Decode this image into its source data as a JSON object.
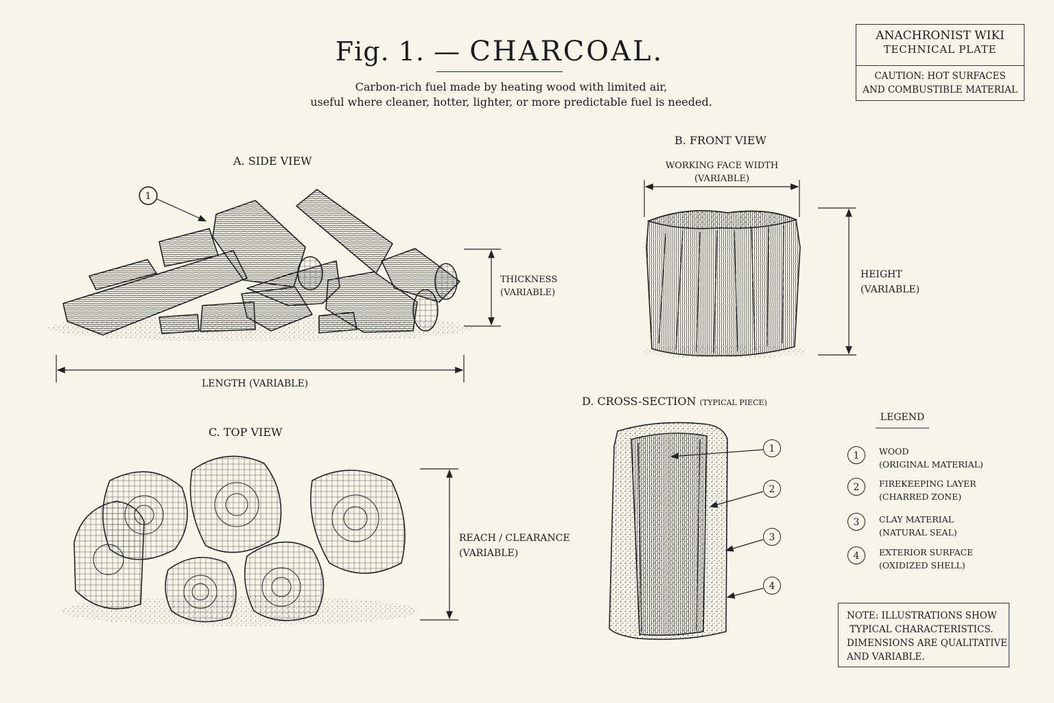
{
  "header": {
    "fig": "Fig. 1. —",
    "title": "CHARCOAL.",
    "subtitle_line1": "Carbon-rich fuel made by heating wood with limited air,",
    "subtitle_line2": "useful where cleaner, hotter, lighter, or more predictable fuel is needed."
  },
  "plate": {
    "name": "ANACHRONIST WIKI",
    "type": "TECHNICAL PLATE",
    "caution_line1": "CAUTION: HOT SURFACES",
    "caution_line2": "AND COMBUSTIBLE MATERIAL"
  },
  "views": {
    "side": {
      "label": "A.  SIDE VIEW",
      "callout": "1",
      "thickness_line1": "THICKNESS",
      "thickness_line2": "(VARIABLE)",
      "length": "LENGTH  (VARIABLE)"
    },
    "front": {
      "label": "B.  FRONT VIEW",
      "width_line1": "WORKING FACE WIDTH",
      "width_line2": "(VARIABLE)",
      "height_line1": "HEIGHT",
      "height_line2": "(VARIABLE)"
    },
    "top": {
      "label": "C.  TOP VIEW",
      "reach_line1": "REACH / CLEARANCE",
      "reach_line2": "(VARIABLE)"
    },
    "section": {
      "label": "D.  CROSS-SECTION",
      "qualifier": "(TYPICAL PIECE)",
      "callouts": [
        "1",
        "2",
        "3",
        "4"
      ]
    }
  },
  "legend": {
    "title": "LEGEND",
    "items": [
      {
        "num": "1",
        "line1": "WOOD",
        "line2": "(ORIGINAL MATERIAL)"
      },
      {
        "num": "2",
        "line1": "FIREKEEPING LAYER",
        "line2": "(CHARRED ZONE)"
      },
      {
        "num": "3",
        "line1": "CLAY MATERIAL",
        "line2": "(NATURAL SEAL)"
      },
      {
        "num": "4",
        "line1": "EXTERIOR SURFACE",
        "line2": "(OXIDIZED SHELL)"
      }
    ]
  },
  "note": {
    "line1": "NOTE: ILLUSTRATIONS SHOW",
    "line2": " TYPICAL CHARACTERISTICS.",
    "line3": "DIMENSIONS ARE QUALITATIVE",
    "line4": "AND VARIABLE."
  },
  "colors": {
    "paper": "#f7f4ea",
    "ink": "#1c1c1c"
  }
}
